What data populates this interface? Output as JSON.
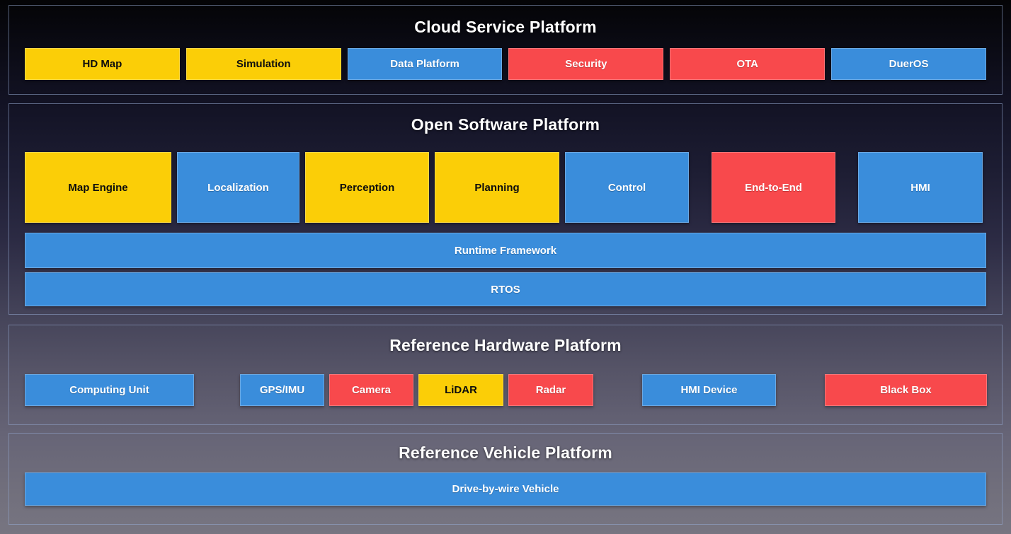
{
  "colors": {
    "yellow": "#FBCE07",
    "blue": "#3A8DDB",
    "red": "#F8494C",
    "section-border": "rgba(148,168,208,0.55)"
  },
  "sections": {
    "cloud": {
      "title": "Cloud Service Platform",
      "items": [
        {
          "label": "HD Map",
          "color": "yellow"
        },
        {
          "label": "Simulation",
          "color": "yellow"
        },
        {
          "label": "Data Platform",
          "color": "blue"
        },
        {
          "label": "Security",
          "color": "red"
        },
        {
          "label": "OTA",
          "color": "red"
        },
        {
          "label": "DuerOS",
          "color": "blue"
        }
      ]
    },
    "software": {
      "title": "Open Software Platform",
      "modules": [
        {
          "label": "Map Engine",
          "color": "yellow"
        },
        {
          "label": "Localization",
          "color": "blue"
        },
        {
          "label": "Perception",
          "color": "yellow"
        },
        {
          "label": "Planning",
          "color": "yellow"
        },
        {
          "label": "Control",
          "color": "blue"
        },
        {
          "label": "End-to-End",
          "color": "red"
        },
        {
          "label": "HMI",
          "color": "blue"
        }
      ],
      "runtime": {
        "label": "Runtime Framework",
        "color": "blue"
      },
      "rtos": {
        "label": "RTOS",
        "color": "blue"
      }
    },
    "hardware": {
      "title": "Reference Hardware Platform",
      "items": [
        {
          "label": "Computing Unit",
          "color": "blue"
        },
        {
          "label": "GPS/IMU",
          "color": "blue"
        },
        {
          "label": "Camera",
          "color": "red"
        },
        {
          "label": "LiDAR",
          "color": "yellow"
        },
        {
          "label": "Radar",
          "color": "red"
        },
        {
          "label": "HMI Device",
          "color": "blue"
        },
        {
          "label": "Black Box",
          "color": "red"
        }
      ]
    },
    "vehicle": {
      "title": "Reference Vehicle Platform",
      "bar": {
        "label": "Drive-by-wire Vehicle",
        "color": "blue"
      }
    }
  }
}
